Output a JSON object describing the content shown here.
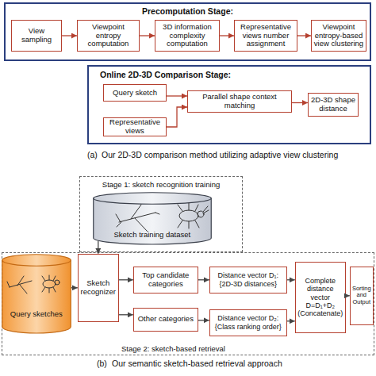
{
  "diagram": {
    "nodes": [
      {
        "text": [
          "Precomputation Stage:"
        ]
      },
      {
        "text": [
          "View sampling"
        ],
        "in": 0
      },
      {
        "text": [
          "Viewpoint entropy computation"
        ],
        "in": 0
      },
      {
        "text": [
          "3D information complexity computation"
        ],
        "in": 0
      },
      {
        "text": [
          "Representative views number assignment"
        ],
        "in": 0
      },
      {
        "text": [
          "Viewpoint entropy-based view clustering"
        ],
        "in": 0
      },
      {
        "text": [
          "Online 2D-3D Comparison Stage:"
        ]
      },
      {
        "text": [
          "Query sketch"
        ],
        "in": 6
      },
      {
        "text": [
          "Representative views"
        ],
        "in": 6
      },
      {
        "text": [
          "Parallel shape context matching"
        ],
        "in": 6
      },
      {
        "text": [
          "2D-3D shape distance"
        ],
        "in": 6
      },
      {
        "text": [
          "Stage 1: sketch recognition training"
        ]
      },
      {
        "text": [
          "Sketch training dataset"
        ],
        "in": 11
      },
      {
        "text": [
          "Stage 2: sketch-based retrieval"
        ]
      },
      {
        "text": [
          "Query sketches"
        ],
        "in": 13
      },
      {
        "text": [
          "Sketch recognizer"
        ],
        "in": 13
      },
      {
        "text": [
          "Top candidate categories"
        ],
        "in": 13
      },
      {
        "text": [
          "Other categories"
        ],
        "in": 13
      },
      {
        "text": [
          "Distance vector D₁: {2D-3D distances}"
        ],
        "in": 13
      },
      {
        "text": [
          "Distance vector D₂: {Class ranking order}"
        ],
        "in": 13
      },
      {
        "text": [
          "Complete distance vector D=D₁+D₂ (Concatenate)"
        ],
        "in": 13
      },
      {
        "text": [
          "Sorting and Output"
        ],
        "in": 13
      }
    ],
    "edges": [
      {
        "from": 1,
        "to": 2,
        "arrow": "to"
      },
      {
        "from": 2,
        "to": 3,
        "arrow": "to"
      },
      {
        "from": 3,
        "to": 4,
        "arrow": "to"
      },
      {
        "from": 4,
        "to": 5,
        "arrow": "to"
      },
      {
        "from": 7,
        "to": 9,
        "arrow": "to"
      },
      {
        "from": 8,
        "to": 9,
        "arrow": "to"
      },
      {
        "from": 9,
        "to": 10,
        "arrow": "to"
      },
      {
        "from": 12,
        "to": 15,
        "arrow": "to"
      },
      {
        "from": 14,
        "to": 15,
        "arrow": "to"
      },
      {
        "from": 15,
        "to": 16,
        "arrow": "to"
      },
      {
        "from": 15,
        "to": 17,
        "arrow": "to"
      },
      {
        "from": 16,
        "to": 18,
        "arrow": "to"
      },
      {
        "from": 17,
        "to": 19,
        "arrow": "to"
      },
      {
        "from": 18,
        "to": 20,
        "arrow": "to"
      },
      {
        "from": 19,
        "to": 20,
        "arrow": "to"
      },
      {
        "from": 20,
        "to": 21,
        "arrow": "to"
      }
    ],
    "labels": [
      "(a)",
      "Our 2D-3D comparison method utilizing adaptive view clustering",
      "(b)",
      "Our semantic sketch-based retrieval approach"
    ]
  }
}
